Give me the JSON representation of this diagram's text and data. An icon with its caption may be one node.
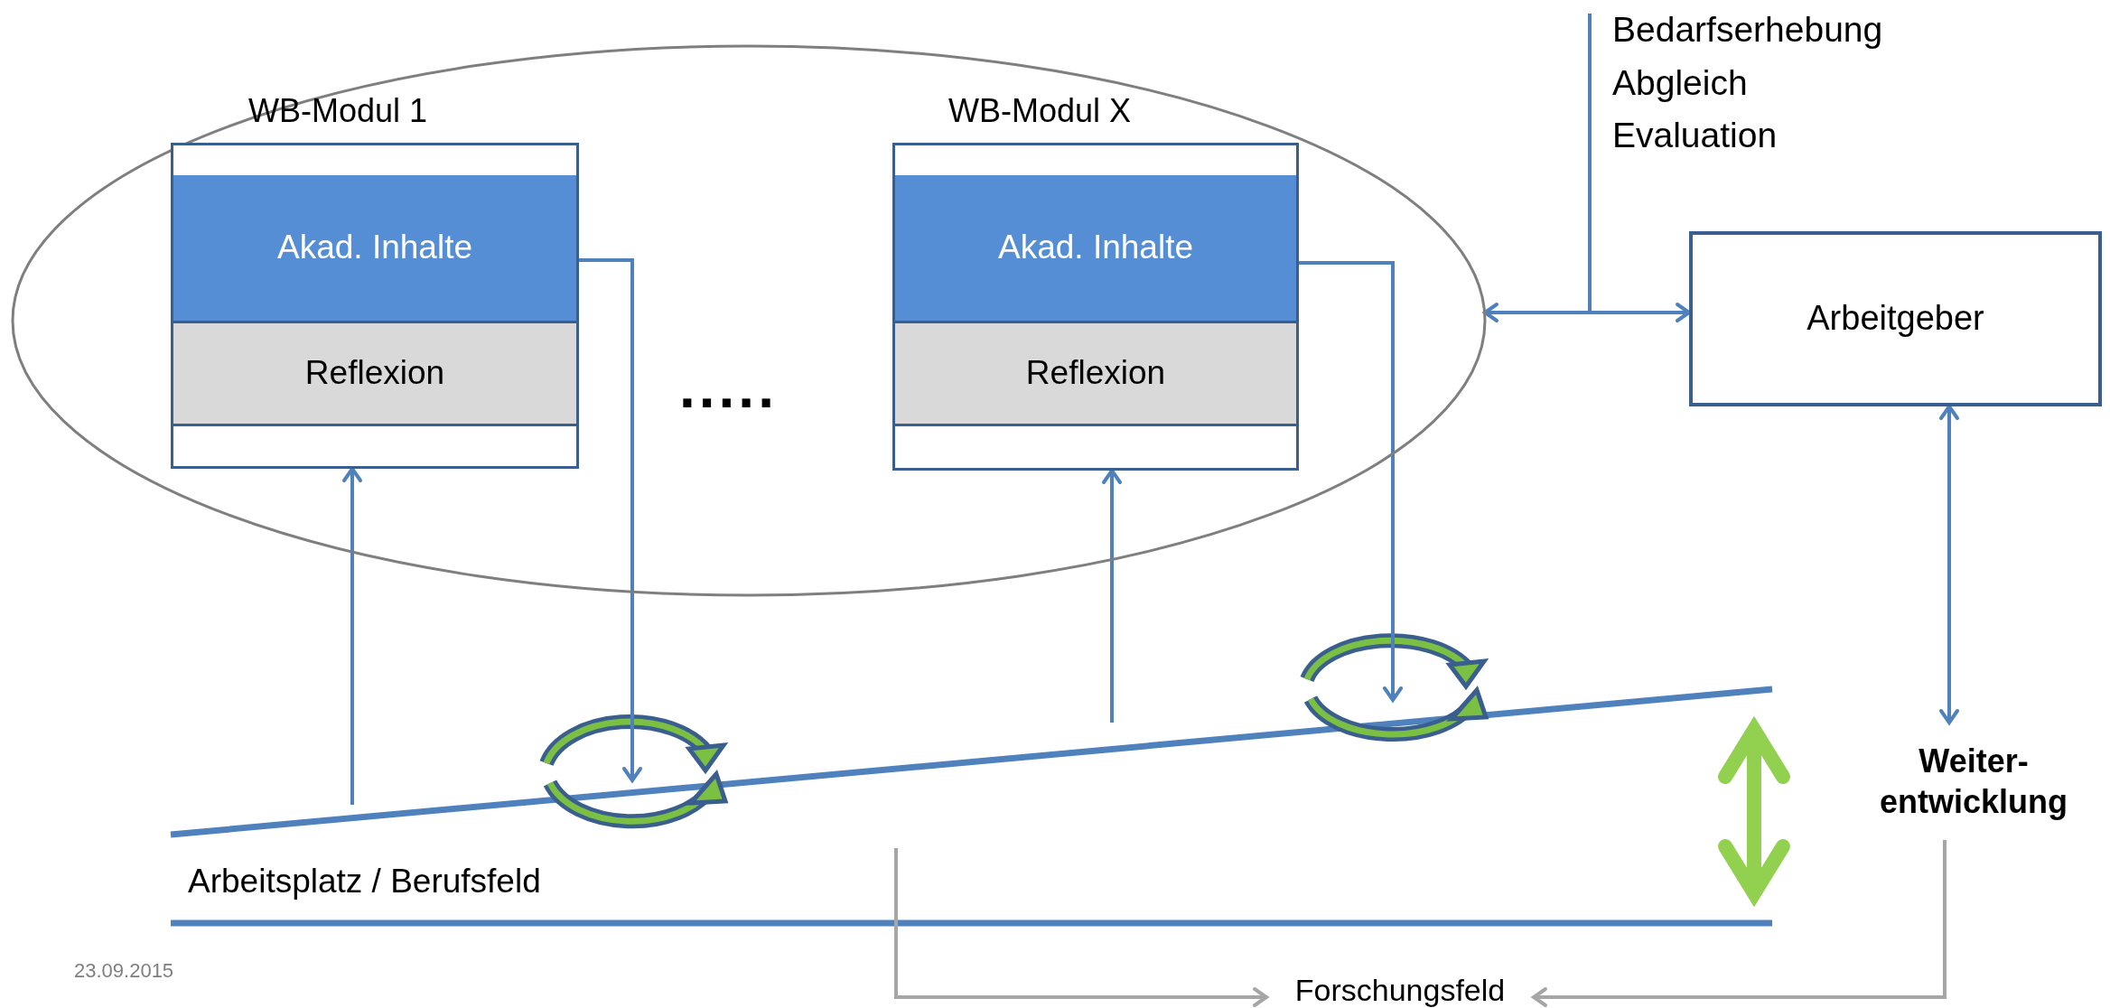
{
  "diagram": {
    "nodes": [
      {
        "text": [],
        "shape": "ellipse"
      },
      {
        "text": [
          "WB-Modul 1"
        ],
        "in": 0
      },
      {
        "text": [
          "Akad. Inhalte"
        ],
        "in": 1
      },
      {
        "text": [
          "Reflexion"
        ],
        "in": 1
      },
      {
        "text": [
          "WB-Modul X"
        ],
        "in": 0
      },
      {
        "text": [
          "Akad. Inhalte"
        ],
        "in": 4
      },
      {
        "text": [
          "Reflexion"
        ],
        "in": 4
      },
      {
        "text": [
          "Arbeitgeber"
        ]
      },
      {
        "text": [
          "Bedarfserhebung Abgleich Evaluation"
        ]
      },
      {
        "text": [
          "Weiter- entwicklung"
        ]
      },
      {
        "text": [
          "Forschungsfeld"
        ]
      }
    ],
    "edges": [
      {
        "from": 0,
        "to": 7,
        "arrow": "both"
      },
      {
        "from": 7,
        "to": 9,
        "arrow": "both"
      },
      {
        "from": null,
        "to": 1,
        "arrow": "to"
      },
      {
        "from": 2,
        "to": null,
        "arrow": "to"
      },
      {
        "from": null,
        "to": 4,
        "arrow": "to"
      },
      {
        "from": 5,
        "to": null,
        "arrow": "to"
      },
      {
        "from": 8,
        "to": null,
        "arrow": "none"
      },
      {
        "from": null,
        "to": 10,
        "arrow": "to",
        "color": "#a6a6a6"
      },
      {
        "from": 9,
        "to": 10,
        "arrow": "to",
        "color": "#a6a6a6"
      }
    ],
    "labels": [
      ".....",
      "Arbeitsplatz / Berufsfeld",
      "23.09.2015"
    ]
  }
}
